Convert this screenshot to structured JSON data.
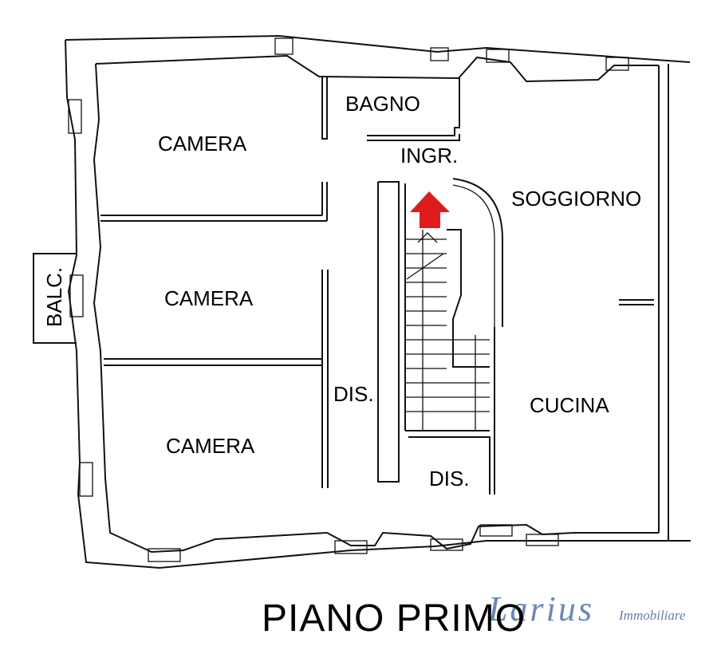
{
  "rooms": {
    "bagno": "BAGNO",
    "camera_1": "CAMERA",
    "camera_2": "CAMERA",
    "camera_3": "CAMERA",
    "ingresso": "INGR.",
    "soggiorno": "SOGGIORNO",
    "balcone": "BALC.",
    "disimpegno_1": "DIS.",
    "disimpegno_2": "DIS.",
    "cucina": "CUCINA"
  },
  "floor_title": "PIANO PRIMO",
  "agency": {
    "name": "Larius",
    "subtitle": "Immobiliare"
  },
  "colors": {
    "entrance_arrow": "#e01b1b",
    "walls": "#111111",
    "watermark": "#3b5f9c"
  },
  "icons": {
    "entrance": "arrow-up-icon"
  }
}
